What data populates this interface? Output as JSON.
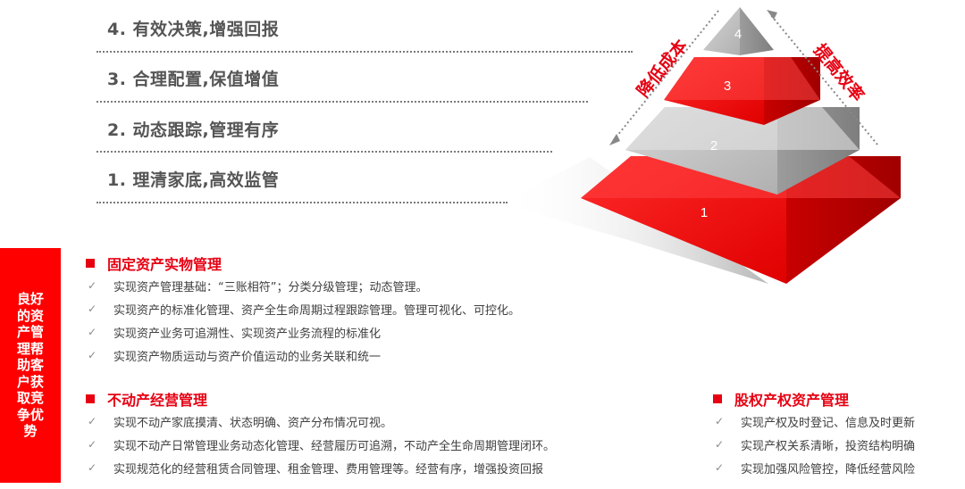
{
  "levels": [
    {
      "title": "4. 有效决策,增强回报"
    },
    {
      "title": "3. 合理配置,保值增值"
    },
    {
      "title": "2. 动态跟踪,管理有序"
    },
    {
      "title": "1. 理清家底,高效监管"
    }
  ],
  "pyramid": {
    "layers": [
      "4",
      "3",
      "2",
      "1"
    ],
    "left_arrow": "降低成本",
    "right_arrow": "提高效率"
  },
  "side_label": "良好的资产管理帮助客户获取竞争优势",
  "sections": {
    "fixed": {
      "title": "固定资产实物管理",
      "items": [
        "实现资产管理基础：“三账相符”；分类分级管理；动态管理。",
        "实现资产的标准化管理、资产全生命周期过程跟踪管理。管理可视化、可控化。",
        "实现资产业务可追溯性、实现资产业务流程的标准化",
        "实现资产物质运动与资产价值运动的业务关联和统一"
      ]
    },
    "realestate": {
      "title": "不动产经营管理",
      "items": [
        "实现不动产家底摸清、状态明确、资产分布情况可视。",
        "实现不动产日常管理业务动态化管理、经营履历可追溯，不动产全生命周期管理闭环。",
        "实现规范化的经营租赁合同管理、租金管理、费用管理等。经营有序，增强投资回报"
      ]
    },
    "equity": {
      "title": "股权产权资产管理",
      "items": [
        "实现产权及时登记、信息及时更新",
        "实现产权关系清晰，投资结构明确",
        "实现加强风险管控，降低经营风险"
      ]
    }
  },
  "colors": {
    "accent_red": "#e60012",
    "label_red": "#ff0000",
    "gray_layer": "#b8b8b8"
  }
}
